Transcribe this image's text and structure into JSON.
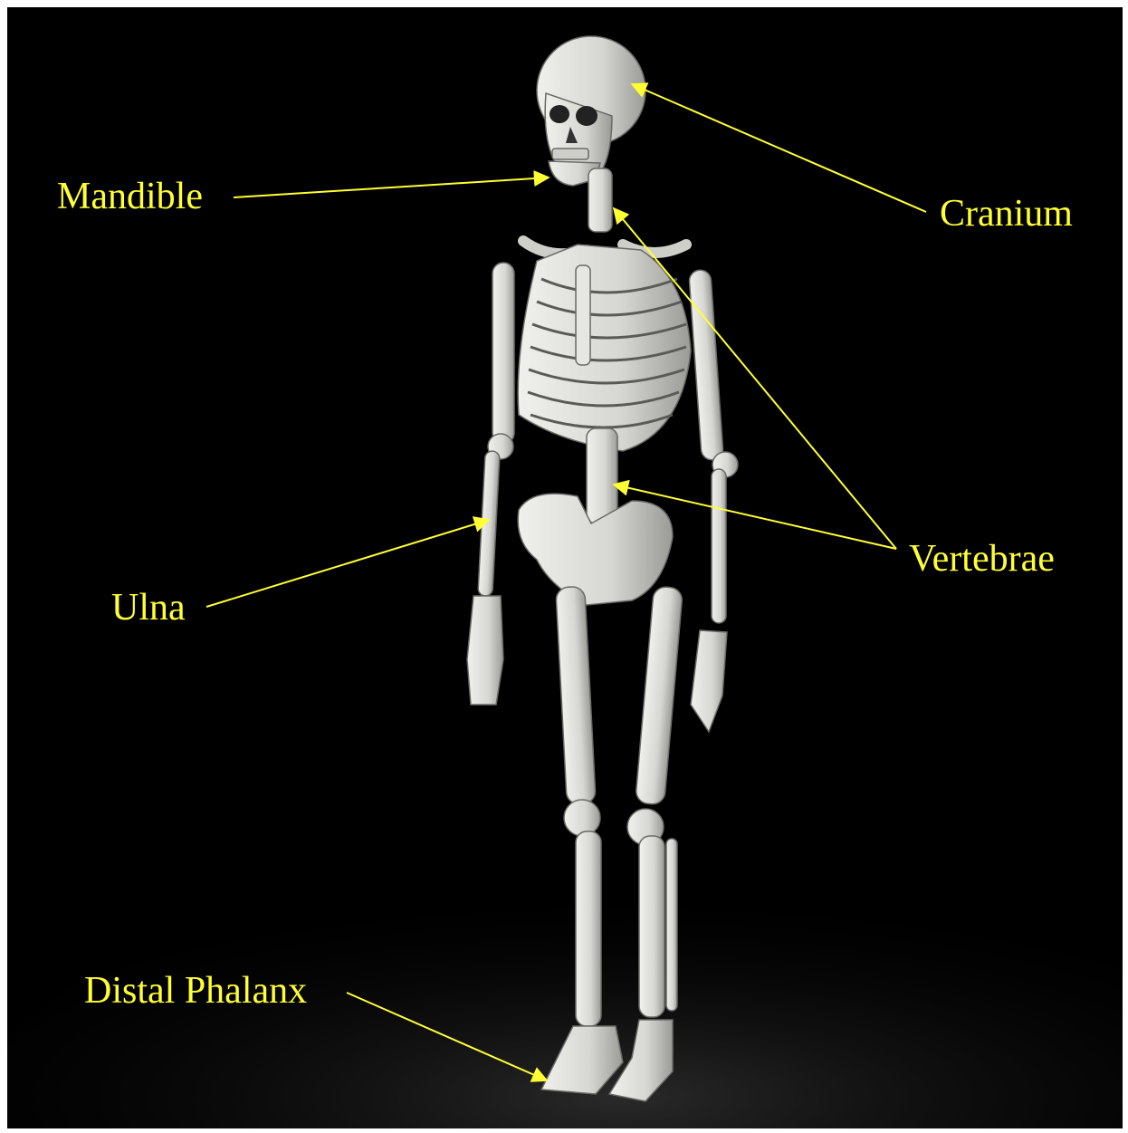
{
  "figure": {
    "background": "#000000",
    "label_color": "#ffff33",
    "bone_color": "#dcdcd8"
  },
  "labels": {
    "mandible": "Mandible",
    "cranium": "Cranium",
    "vertebrae": "Vertebrae",
    "ulna": "Ulna",
    "distal_phalanx": "Distal Phalanx"
  }
}
